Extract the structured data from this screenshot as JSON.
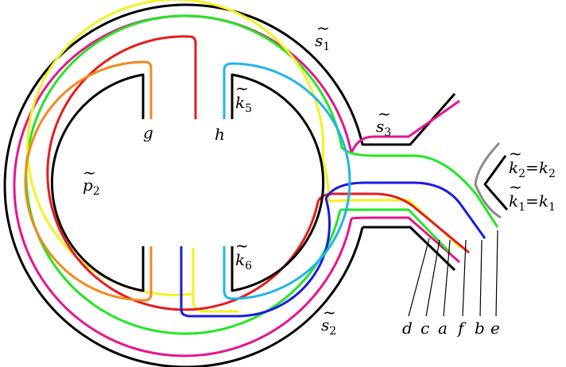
{
  "colors": {
    "black": "#000000",
    "magenta": "#e6158c",
    "green": "#22e622",
    "yellow": "#f2f222",
    "red": "#e61b1b",
    "orange": "#f08a1d",
    "cyan": "#1eb4ea",
    "blue": "#1a1ae6",
    "gray": "#8a8a8a"
  },
  "labels": {
    "s1": {
      "base": "s",
      "sub": "1"
    },
    "s2": {
      "base": "s",
      "sub": "2"
    },
    "s3": {
      "base": "s",
      "sub": "3"
    },
    "p2": {
      "base": "p",
      "sub": "2"
    },
    "k5": {
      "base": "k",
      "sub": "5"
    },
    "k6": {
      "base": "k",
      "sub": "6"
    },
    "g": "g",
    "h": "h",
    "k2eq": {
      "base": "k",
      "sub": "2",
      "eq": "=",
      "rhs": "k",
      "rhs_sub": "2"
    },
    "k1eq": {
      "base": "k",
      "sub": "1",
      "eq": "=",
      "rhs": "k",
      "rhs_sub": "1"
    },
    "bottom": [
      "d",
      "c",
      "a",
      "f",
      "b",
      "e"
    ]
  }
}
